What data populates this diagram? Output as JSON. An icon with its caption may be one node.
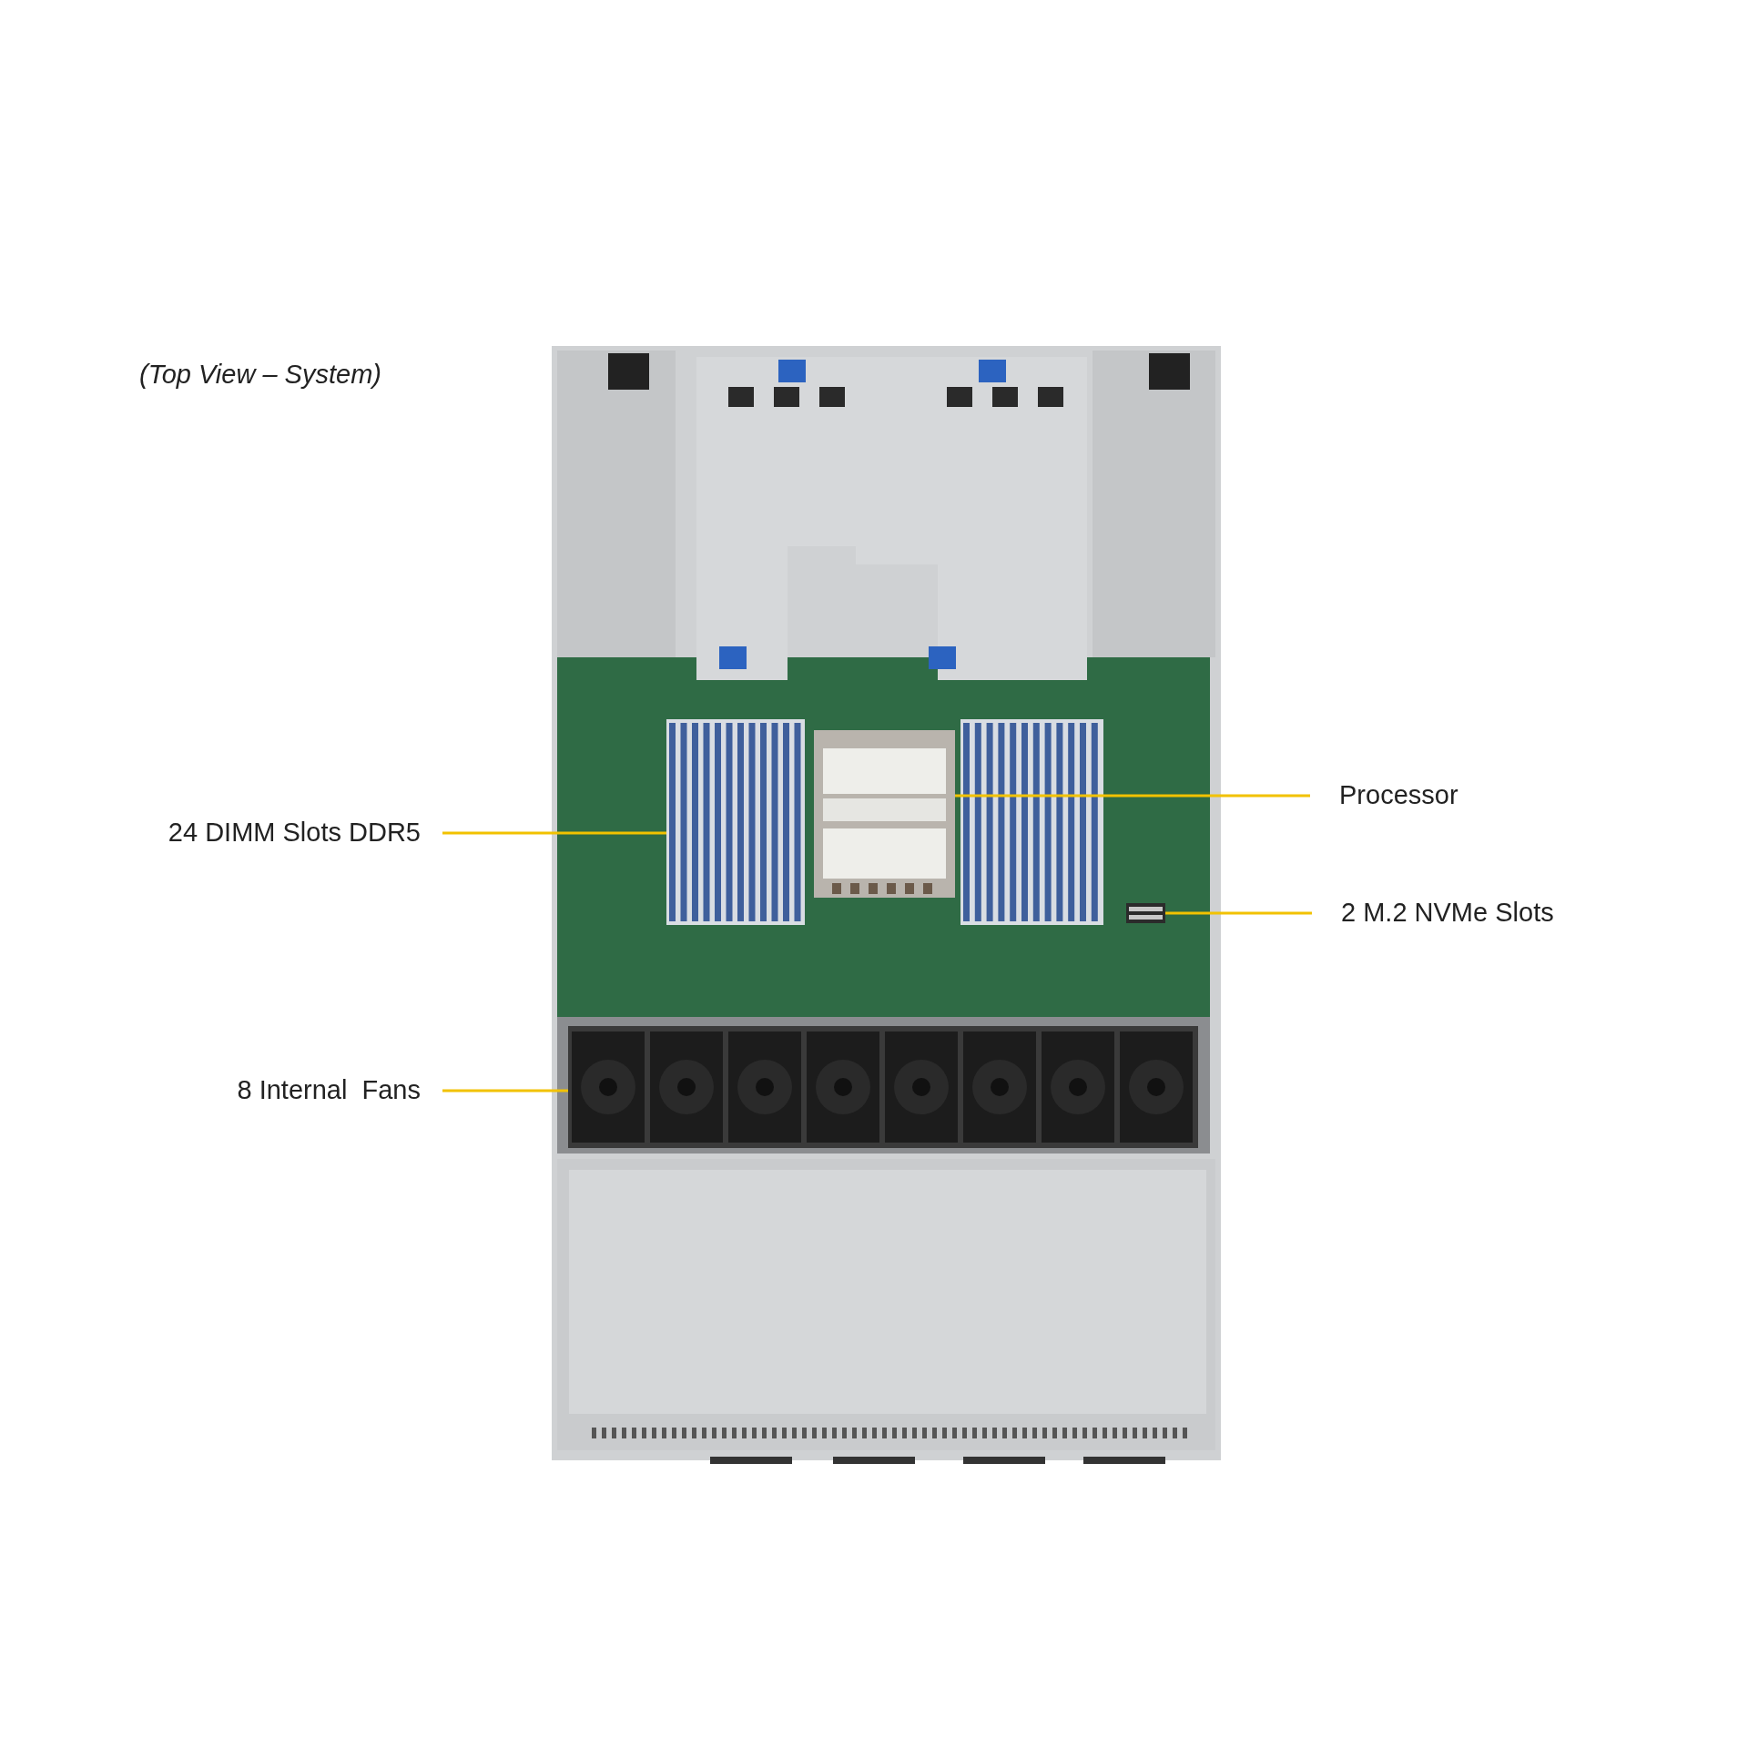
{
  "diagram": {
    "title": "(Top View – System)",
    "nodes": [
      {
        "text": [
          "Processor"
        ]
      },
      {
        "text": [],
        "shape": "picture"
      },
      {
        "text": [
          "24 DIMM Slots DDR5"
        ]
      },
      {
        "text": [],
        "shape": "picture"
      },
      {
        "text": [
          "2 M.2 NVMe Slots"
        ]
      },
      {
        "text": [],
        "shape": "picture"
      },
      {
        "text": [
          "8 Internal  Fans"
        ]
      },
      {
        "text": [],
        "shape": "picture"
      }
    ],
    "edges": [
      {
        "from": 0,
        "to": 1,
        "arrow": "none"
      },
      {
        "from": 2,
        "to": 3,
        "arrow": "none"
      },
      {
        "from": 4,
        "to": 5,
        "arrow": "none"
      },
      {
        "from": 6,
        "to": 7,
        "arrow": "none"
      }
    ]
  }
}
